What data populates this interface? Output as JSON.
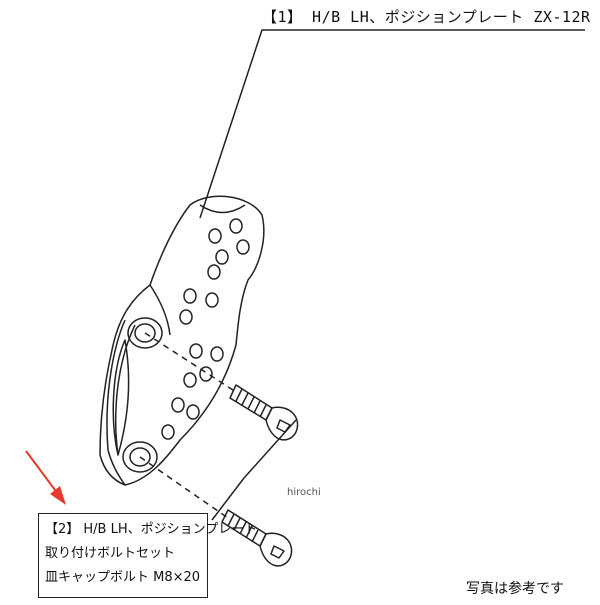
{
  "part1": {
    "label": "【1】 H/B LH、ポジションプレート ZX-12R"
  },
  "part2": {
    "line1": "【2】 H/B LH、ポジションプレート",
    "line2": "取り付けボルトセット",
    "line3": "皿キャップボルト M8×20"
  },
  "watermark": "hirochi",
  "note": "写真は参考です",
  "colors": {
    "arrow": "#e8392e",
    "line": "#222222"
  },
  "icons": {
    "pointer": "red-arrow-icon"
  }
}
